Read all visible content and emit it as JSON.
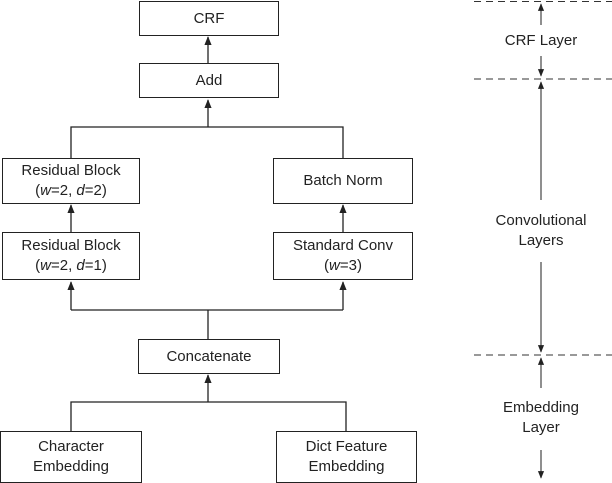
{
  "nodes": {
    "crf": "CRF",
    "add": "Add",
    "res2": {
      "line1": "Residual Block",
      "open": "(",
      "w_var": "w",
      "w_val": "=2, ",
      "d_var": "d",
      "d_val": "=2",
      "close": ")"
    },
    "res1": {
      "line1": "Residual Block",
      "open": "(",
      "w_var": "w",
      "w_val": "=2, ",
      "d_var": "d",
      "d_val": "=1",
      "close": ")"
    },
    "batch_norm": "Batch Norm",
    "std_conv": {
      "line1": "Standard Conv",
      "open": "(",
      "w_var": "w",
      "w_val": "=3",
      "close": ")"
    },
    "concat": "Concatenate",
    "char_emb": {
      "line1": "Character",
      "line2": "Embedding"
    },
    "dict_emb": {
      "line1": "Dict Feature",
      "line2": "Embedding"
    }
  },
  "layers": {
    "crf": "CRF Layer",
    "conv": {
      "line1": "Convolutional",
      "line2": "Layers"
    },
    "embed": {
      "line1": "Embedding",
      "line2": "Layer"
    }
  }
}
